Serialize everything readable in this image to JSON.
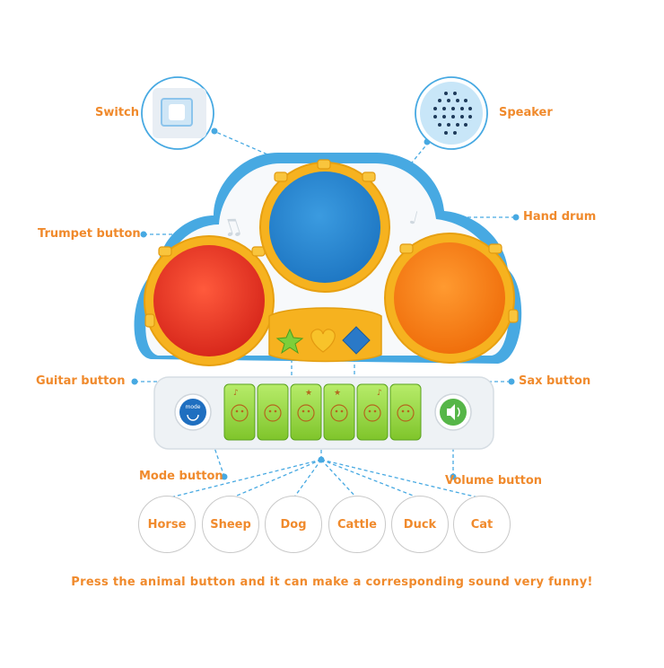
{
  "labels": {
    "switch": "Switch",
    "speaker": "Speaker",
    "trumpet": "Trumpet button",
    "hand_drum": "Hand drum",
    "guitar": "Guitar button",
    "sax": "Sax button",
    "mode": "Mode button",
    "volume": "Volume button"
  },
  "animals": [
    "Horse",
    "Sheep",
    "Dog",
    "Cattle",
    "Duck",
    "Cat"
  ],
  "caption": "Press the animal button and it can make a corresponding sound very funny!",
  "mode_icon_text": "mode",
  "colors": {
    "label": "#f08a2c",
    "leader_line": "#47a9e2",
    "body_white": "#f7f9fb",
    "body_blue_edge": "#47a9e2",
    "drum_rim": "#f6b21f",
    "drum_red": "#e3301f",
    "drum_blue": "#2a88cf",
    "drum_orange": "#f47a12",
    "keys_green": "#8fd339",
    "mode_button": "#1f6fc0",
    "volume_button": "#56b648"
  }
}
